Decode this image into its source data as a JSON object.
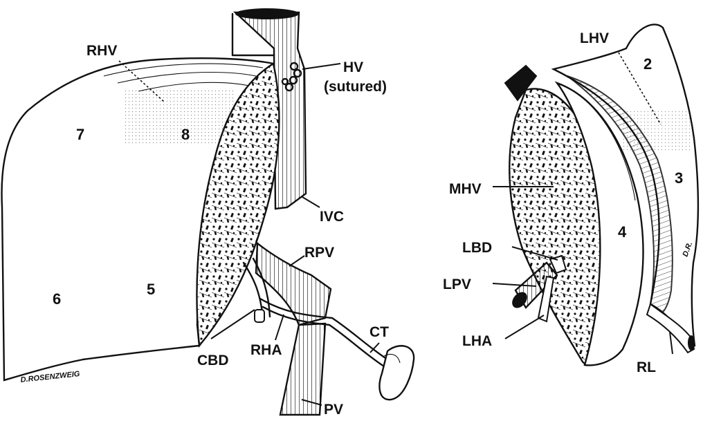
{
  "left_view": {
    "segments": [
      "7",
      "8",
      "6",
      "5"
    ],
    "labels": {
      "rhv": "RHV",
      "hv": "HV",
      "hv_sub": "(sutured)",
      "ivc": "IVC",
      "rpv": "RPV",
      "cbd": "CBD",
      "rha": "RHA",
      "ct": "CT",
      "pv": "PV"
    },
    "signature": "D.ROSENZWEIG"
  },
  "right_view": {
    "segments": [
      "2",
      "3",
      "4"
    ],
    "labels": {
      "lhv": "LHV",
      "mhv": "MHV",
      "lbd": "LBD",
      "lpv": "LPV",
      "lha": "LHA",
      "rl": "RL"
    },
    "signature": "D.R."
  }
}
